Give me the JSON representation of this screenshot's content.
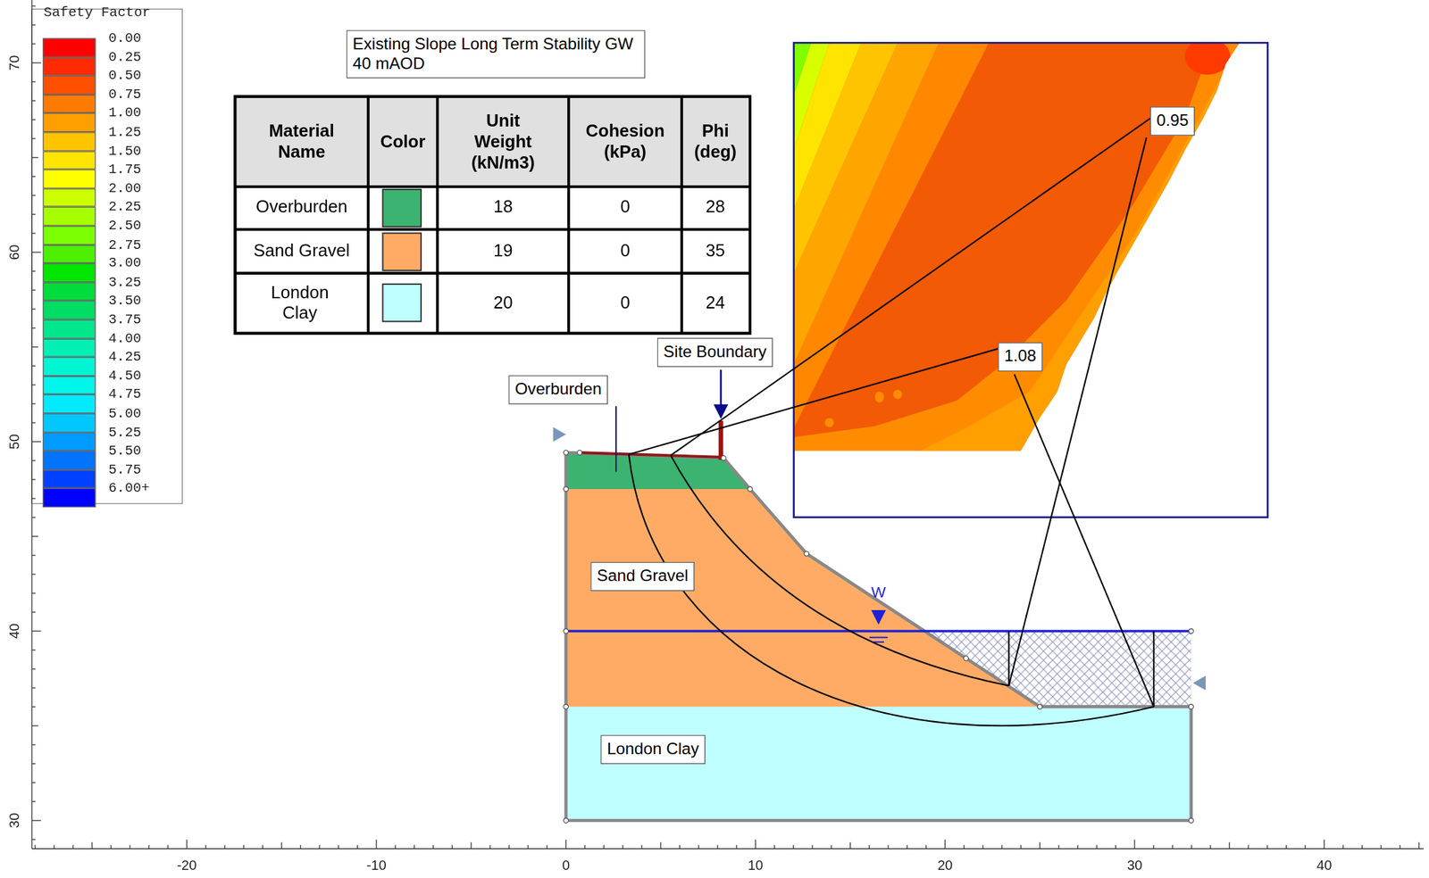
{
  "diagram": {
    "nodes": [
      {
        "text": [
          "Existing Slope Long Term Stability GW 40 mAOD"
        ]
      },
      {
        "text": [
          "Overburden"
        ]
      },
      {
        "text": [
          "Site Boundary"
        ]
      },
      {
        "text": [
          "Sand Gravel"
        ]
      },
      {
        "text": [
          "London Clay"
        ]
      },
      {
        "text": [
          "0.95"
        ]
      },
      {
        "text": [
          "1.08"
        ]
      }
    ],
    "labels": [
      "Safety Factor",
      "Material Name",
      "Color",
      "Unit Weight (kN/m3)",
      "Cohesion (kPa)",
      "Phi (deg)",
      "Overburden",
      "18",
      "0",
      "28",
      "Sand Gravel",
      "19",
      "0",
      "35",
      "London Clay",
      "20",
      "0",
      "24",
      "70",
      "60",
      "50",
      "40",
      "30",
      "-20",
      "-10",
      "0",
      "10",
      "20",
      "30",
      "40",
      "W"
    ],
    "legend": [
      {
        "text": "0.00",
        "color": "#ff0000"
      },
      {
        "text": "0.25",
        "color": "#ff2a00"
      },
      {
        "text": "0.50",
        "color": "#ff5000"
      },
      {
        "text": "0.75",
        "color": "#ff7a00"
      },
      {
        "text": "1.00",
        "color": "#ffa000"
      },
      {
        "text": "1.25",
        "color": "#ffc400"
      },
      {
        "text": "1.50",
        "color": "#ffe400"
      },
      {
        "text": "1.75",
        "color": "#ffff00"
      },
      {
        "text": "2.00",
        "color": "#ccff00"
      },
      {
        "text": "2.25",
        "color": "#a6ff00"
      },
      {
        "text": "2.50",
        "color": "#7cff00"
      },
      {
        "text": "2.75",
        "color": "#4cf000"
      },
      {
        "text": "3.00",
        "color": "#00e600"
      },
      {
        "text": "3.25",
        "color": "#00dc3c"
      },
      {
        "text": "3.50",
        "color": "#00dc64"
      },
      {
        "text": "3.75",
        "color": "#00e68c"
      },
      {
        "text": "4.00",
        "color": "#00f0b4"
      },
      {
        "text": "4.25",
        "color": "#00f5d2"
      },
      {
        "text": "4.50",
        "color": "#00f5eb"
      },
      {
        "text": "4.75",
        "color": "#00ebff"
      },
      {
        "text": "5.00",
        "color": "#00c8ff"
      },
      {
        "text": "5.25",
        "color": "#009bff"
      },
      {
        "text": "5.50",
        "color": "#0073ff"
      },
      {
        "text": "5.75",
        "color": "#0041ff"
      },
      {
        "text": "6.00+",
        "color": "#0000ff"
      }
    ]
  }
}
